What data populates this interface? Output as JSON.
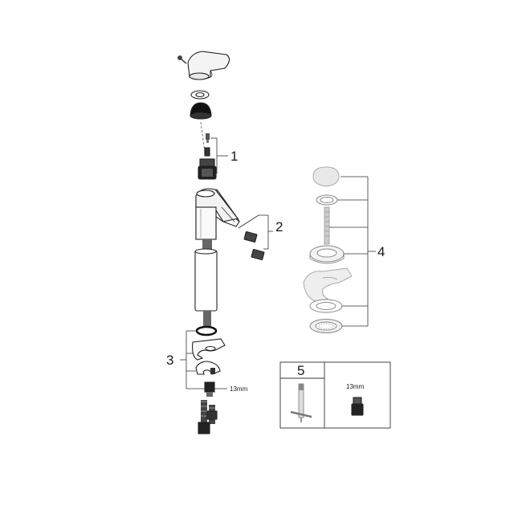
{
  "callouts": {
    "cartridge": "1",
    "aerator": "2",
    "mounting": "3",
    "waste": "4",
    "tool_box": "5"
  },
  "dimensions": {
    "mounting_nut": "13mm",
    "tool_nut": "13mm"
  }
}
